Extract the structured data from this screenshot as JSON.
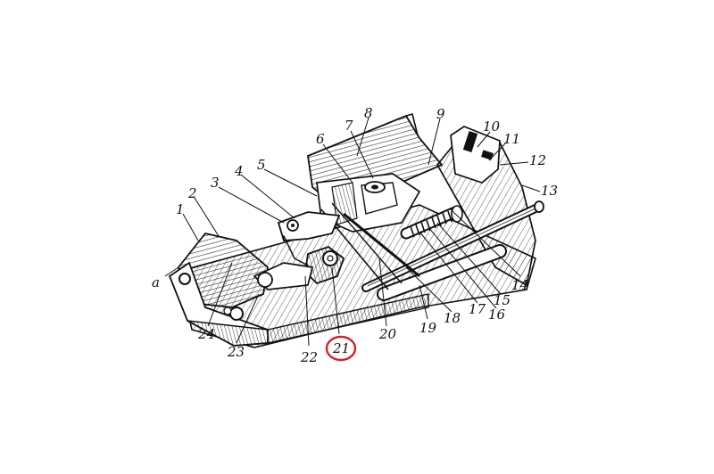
{
  "diagram": {
    "callouts": [
      {
        "id": "a",
        "text": "а"
      },
      {
        "id": "1",
        "text": "1"
      },
      {
        "id": "2",
        "text": "2"
      },
      {
        "id": "3",
        "text": "3"
      },
      {
        "id": "4",
        "text": "4"
      },
      {
        "id": "5",
        "text": "5"
      },
      {
        "id": "6",
        "text": "6"
      },
      {
        "id": "7",
        "text": "7"
      },
      {
        "id": "8",
        "text": "8"
      },
      {
        "id": "9",
        "text": "9"
      },
      {
        "id": "10",
        "text": "10"
      },
      {
        "id": "11",
        "text": "11"
      },
      {
        "id": "12",
        "text": "12"
      },
      {
        "id": "13",
        "text": "13"
      },
      {
        "id": "14",
        "text": "14"
      },
      {
        "id": "15",
        "text": "15"
      },
      {
        "id": "16",
        "text": "16"
      },
      {
        "id": "17",
        "text": "17"
      },
      {
        "id": "18",
        "text": "18"
      },
      {
        "id": "19",
        "text": "19"
      },
      {
        "id": "20",
        "text": "20"
      },
      {
        "id": "21",
        "text": "21"
      },
      {
        "id": "22",
        "text": "22"
      },
      {
        "id": "23",
        "text": "23"
      },
      {
        "id": "24",
        "text": "24"
      }
    ],
    "highlighted_callout": "21",
    "highlight_color": "#d81f26",
    "ink_color": "#111111"
  }
}
